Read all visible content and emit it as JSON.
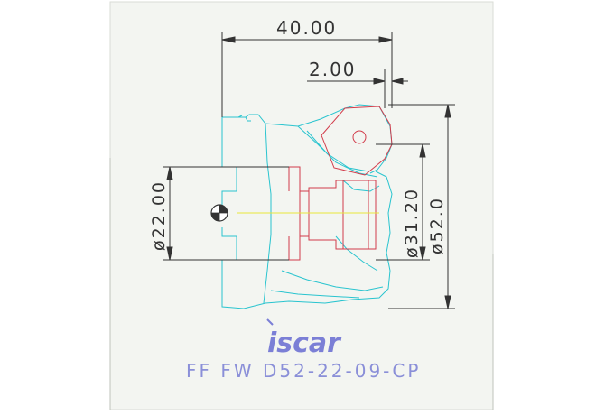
{
  "drawing": {
    "dimensions": {
      "overall_length": "40.00",
      "insert_offset": "2.00",
      "bore_diameter": "ø22.00",
      "hub_diameter": "ø31.20",
      "cutting_diameter": "ø52.0"
    },
    "brand": "iscar",
    "part_number": "FF FW D52-22-09-CP"
  },
  "colors": {
    "background": "#ffffff",
    "sheet": "#f3f5f1",
    "body_outline": "#29c4cf",
    "section_outline": "#d23c4b",
    "dimension": "#333333",
    "centerline": "#e8e63a",
    "brand": "#7b7fd6"
  }
}
